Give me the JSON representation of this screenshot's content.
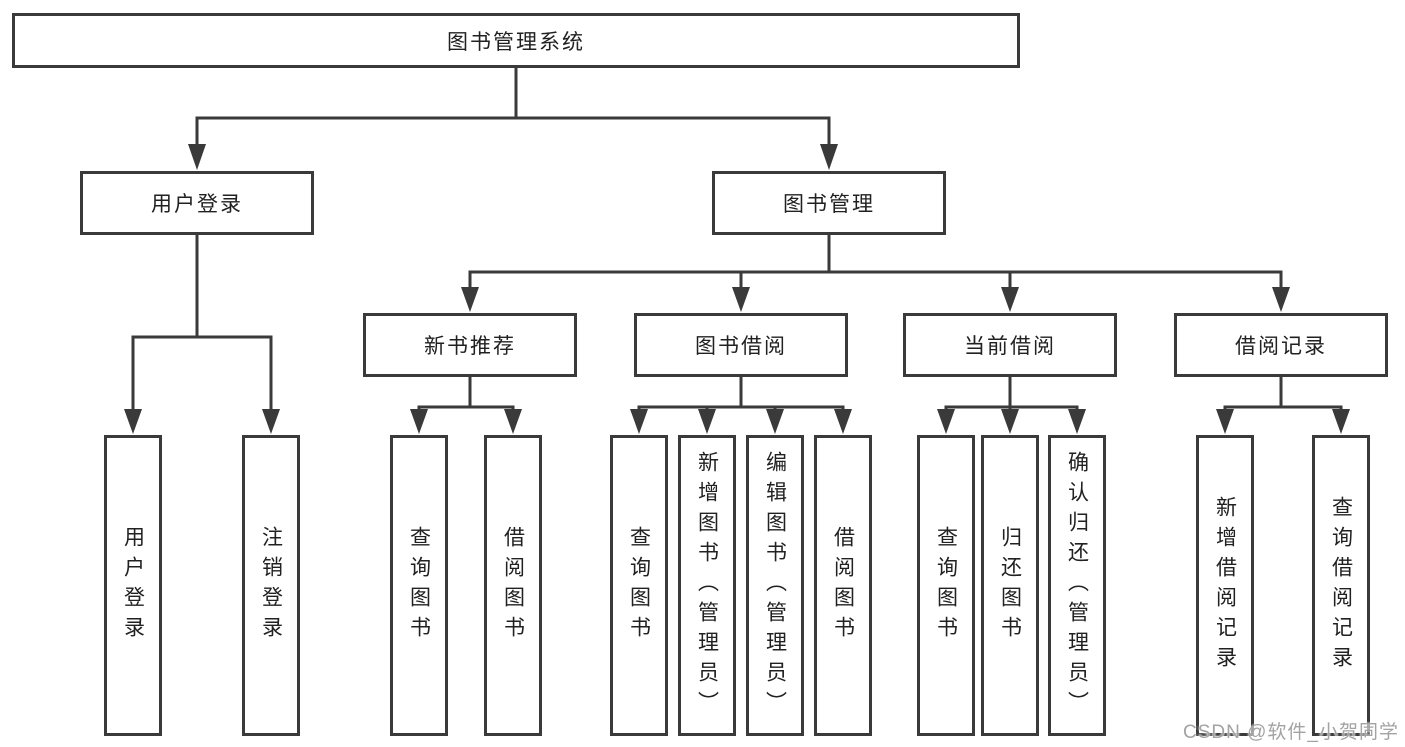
{
  "diagram": {
    "root": {
      "label": "图书管理系统"
    },
    "level2": [
      {
        "label": "用户登录"
      },
      {
        "label": "图书管理"
      }
    ],
    "level3": [
      {
        "label": "新书推荐"
      },
      {
        "label": "图书借阅"
      },
      {
        "label": "当前借阅"
      },
      {
        "label": "借阅记录"
      }
    ],
    "leaves": {
      "user_login": [
        "用户登录",
        "注销登录"
      ],
      "new_book_recommend": [
        "查询图书",
        "借阅图书"
      ],
      "book_borrow": [
        "查询图书",
        "新增图书（管理员）",
        "编辑图书（管理员）",
        "借阅图书"
      ],
      "current_borrow": [
        "查询图书",
        "归还图书",
        "确认归还（管理员）"
      ],
      "borrow_records": [
        "新增借阅记录",
        "查询借阅记录"
      ]
    }
  },
  "watermark": {
    "text": "CSDN @软件_小贺同学"
  },
  "colors": {
    "line": "#3a3a3a",
    "text": "#212121",
    "watermark": "#a3a3a3",
    "background": "#ffffff"
  }
}
